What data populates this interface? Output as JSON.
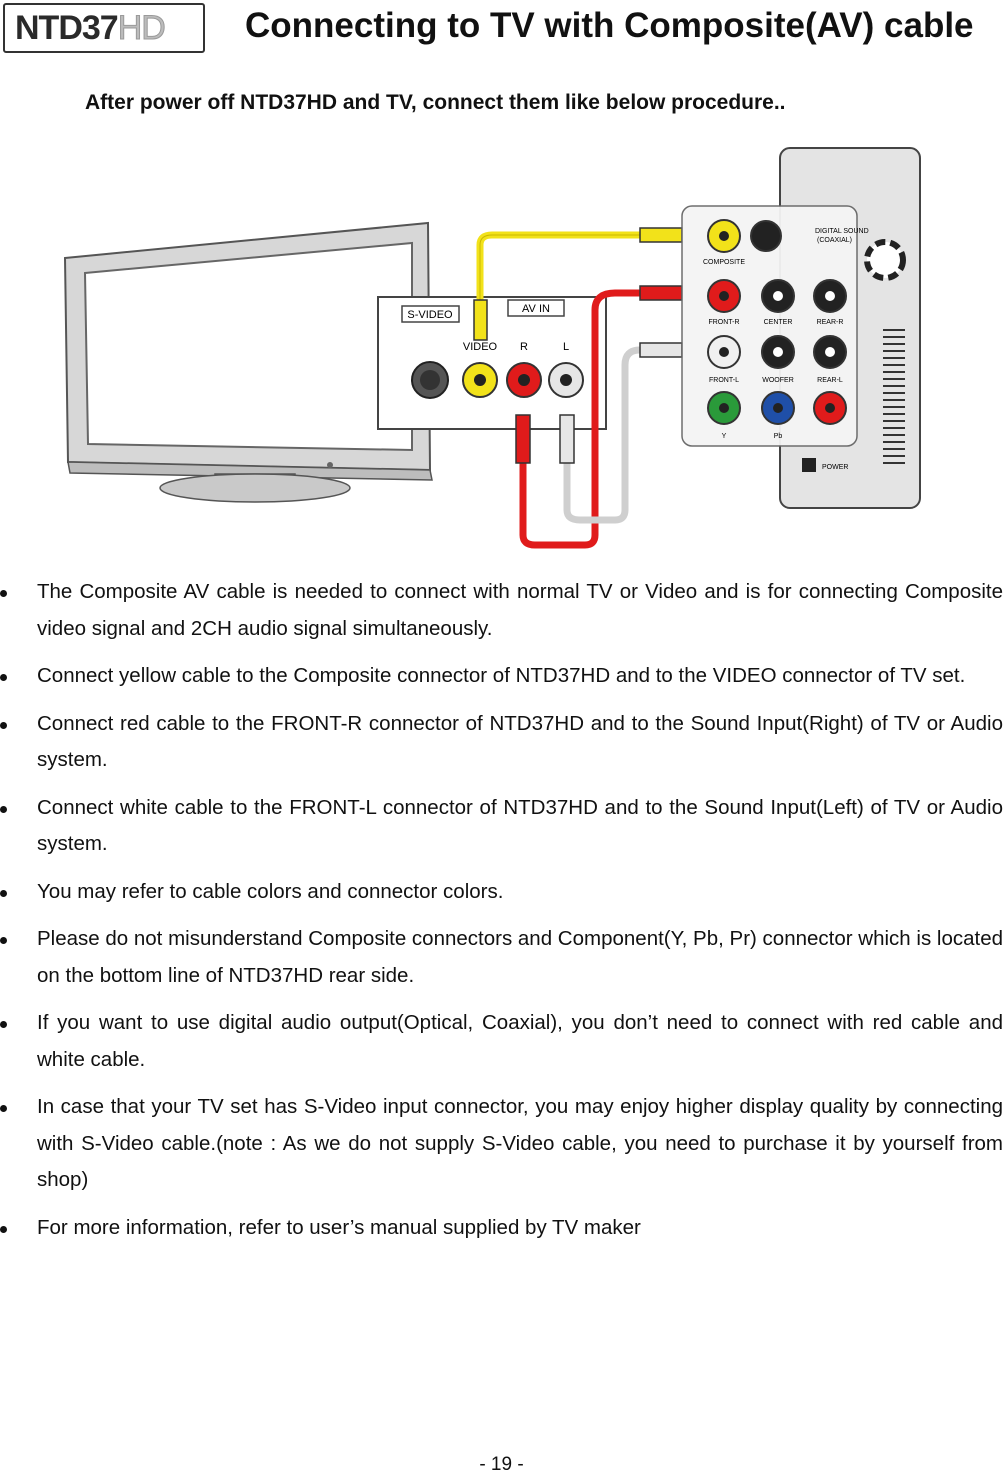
{
  "logo": {
    "part1": "NTD37",
    "part2": "HD"
  },
  "title": "Connecting to TV with Composite(AV) cable",
  "subtitle": "After power off NTD37HD and TV, connect them like below procedure..",
  "diagram": {
    "tv_panel": {
      "svideo": "S-VIDEO",
      "avin": "AV IN",
      "video": "VIDEO",
      "r": "R",
      "l": "L"
    },
    "player_labels": {
      "digital_sound": "DIGITAL SOUND",
      "coaxial": "(COAXIAL)",
      "composite": "COMPOSITE",
      "front_r": "FRONT-R",
      "center": "CENTER",
      "rear_r": "REAR-R",
      "front_l": "FRONT-L",
      "woofer": "WOOFER",
      "rear_l": "REAR-L",
      "y": "Y",
      "pb": "Pb",
      "power": "POWER"
    },
    "colors": {
      "yellow": "#f2e21a",
      "red": "#e01b1b",
      "white": "#e6e6e6",
      "green": "#2a9a3a",
      "blue": "#1f4fa8"
    }
  },
  "bullets": [
    "The Composite AV cable is needed to connect with normal TV or Video and is for connecting Composite video signal and 2CH audio signal simultaneously.",
    "Connect yellow cable to the Composite connector of NTD37HD and to the VIDEO connector of TV set.",
    "Connect red cable to the FRONT-R connector of NTD37HD and to the Sound Input(Right) of TV or Audio system.",
    "Connect white cable to the FRONT-L connector of NTD37HD and to the Sound Input(Left) of TV or Audio system.",
    "You may refer to cable colors and connector colors.",
    "Please do not misunderstand Composite connectors and Component(Y, Pb, Pr) connector which is located on the bottom line of NTD37HD rear side.",
    "If you want to use digital audio output(Optical, Coaxial), you don’t need to connect with red cable and white cable.",
    "In case that your TV set has S-Video input connector, you may enjoy higher display quality by connecting with S-Video cable.(note : As we do not supply S-Video cable, you need to purchase it by yourself from shop)",
    "For more information, refer to user’s manual supplied by TV maker"
  ],
  "page_number": "- 19 -"
}
